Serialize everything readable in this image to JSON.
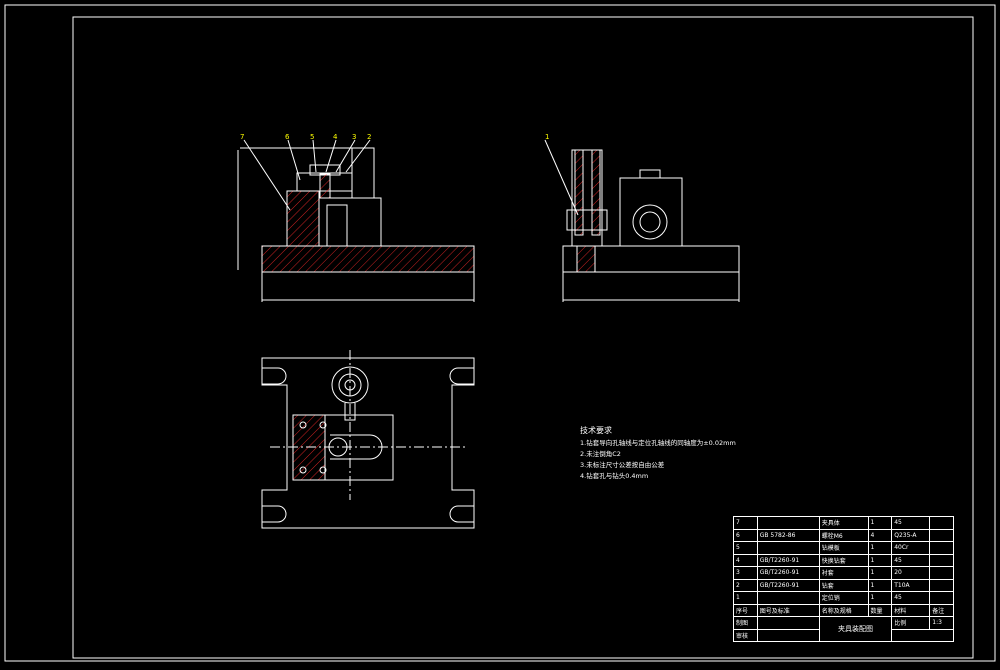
{
  "parts_labels": {
    "front": [
      "7",
      "6",
      "5",
      "4",
      "3",
      "2"
    ],
    "side": [
      "1"
    ]
  },
  "tech_requirements": {
    "title": "技术要求",
    "items": [
      "1.钻套导向孔轴线与定位孔轴线的同轴度为±0.02mm",
      "2.未注倒角C2",
      "3.未标注尺寸公差按自由公差",
      "4.钻套孔与钻头0.4mm"
    ]
  },
  "bom": [
    {
      "no": "7",
      "code": "",
      "name": "夹具体",
      "qty": "1",
      "mat": "45"
    },
    {
      "no": "6",
      "code": "GB 5782-86",
      "name": "螺栓M6",
      "qty": "4",
      "mat": "Q235-A"
    },
    {
      "no": "5",
      "code": "",
      "name": "钻模板",
      "qty": "1",
      "mat": "40Cr"
    },
    {
      "no": "4",
      "code": "GB/T2260-91",
      "name": "快换钻套",
      "qty": "1",
      "mat": "45"
    },
    {
      "no": "3",
      "code": "GB/T2260-91",
      "name": "衬套",
      "qty": "1",
      "mat": "20"
    },
    {
      "no": "2",
      "code": "GB/T2260-91",
      "name": "钻套",
      "qty": "1",
      "mat": "T10A"
    },
    {
      "no": "1",
      "code": "",
      "name": "定位销",
      "qty": "1",
      "mat": "45"
    }
  ],
  "bom_header": {
    "no": "序号",
    "code": "图号及标准",
    "name": "名称及规格",
    "qty": "数量",
    "mat": "材料",
    "note": "备注"
  },
  "title_block": {
    "draw_label": "制图",
    "check_label": "审核",
    "drawing_title": "夹具装配图",
    "scale_label": "比例",
    "scale_value": "1:3"
  },
  "colors": {
    "background": "#000000",
    "lines": "#ffffff",
    "labels": "#ffff00",
    "hatch": "#ff2a2a"
  }
}
